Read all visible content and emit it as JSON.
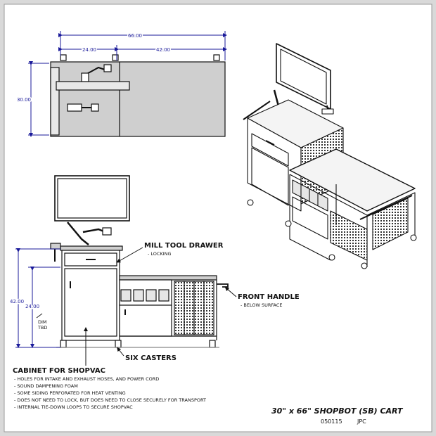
{
  "colors": {
    "line": "#111111",
    "dimension": "#1a1a9a",
    "panel": "#c8c8c8",
    "paper": "#ffffff"
  },
  "plan_view": {
    "overall_width": "66.00",
    "left_width": "24.00",
    "right_width": "42.00",
    "depth": "30.00"
  },
  "elevation": {
    "overall_height": "42.00",
    "cabinet_height": "24.00",
    "dim_note_line1": "DIM",
    "dim_note_line2": "TBD"
  },
  "callouts": {
    "drawer_title": "MILL TOOL DRAWER",
    "drawer_sub": "- LOCKING",
    "handle_title": "FRONT HANDLE",
    "handle_sub": "- BELOW SURFACE",
    "casters": "SIX CASTERS",
    "cabinet_title": "CABINET FOR SHOPVAC",
    "cabinet_notes": [
      "- HOLES FOR INTAKE AND EXHAUST HOSES, AND POWER CORD",
      "- SOUND DAMPENING FOAM",
      "- SOME SIDING PERFORATED FOR HEAT VENTING",
      "- DOES NOT NEED TO LOCK, BUT DOES NEED TO CLOSE SECURELY FOR TRANSPORT",
      "- INTERNAL TIE-DOWN LOOPS TO SECURE SHOPVAC"
    ]
  },
  "title_block": {
    "title": "30\" x 66\" SHOPBOT (SB) CART",
    "code": "050115",
    "initials": "JPC"
  }
}
